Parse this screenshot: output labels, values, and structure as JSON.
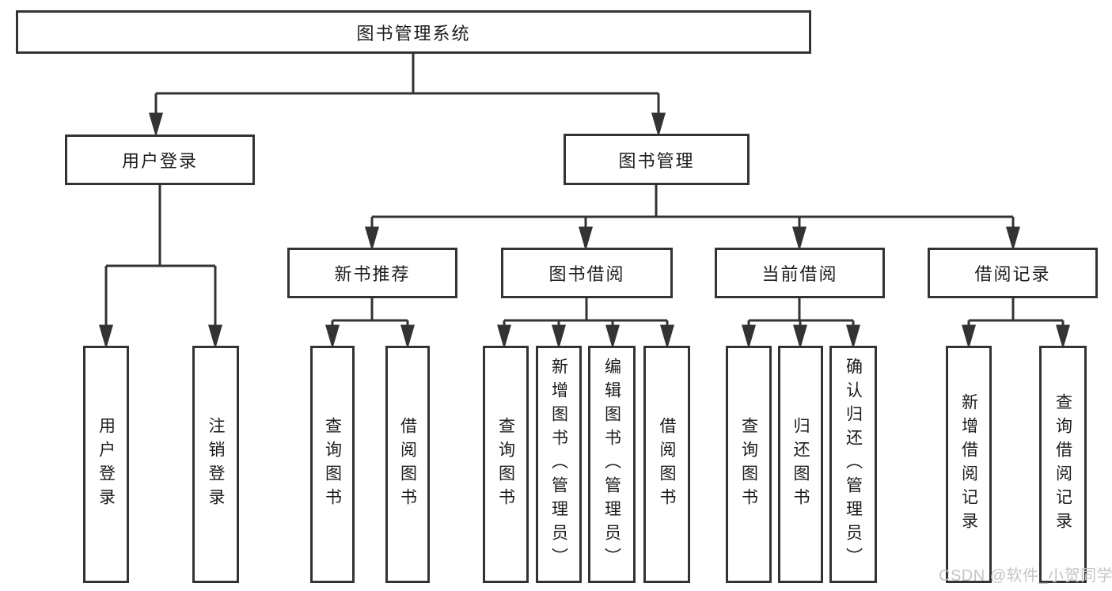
{
  "colors": {
    "line": "#333333",
    "border": "#333333",
    "text": "#1c1c1c",
    "background": "#ffffff",
    "watermark_text": "#c5c5c5"
  },
  "tree": {
    "root": {
      "label": "图书管理系统",
      "children": [
        {
          "label": "用户登录",
          "children": [
            {
              "label": "用户登录"
            },
            {
              "label": "注销登录"
            }
          ]
        },
        {
          "label": "图书管理",
          "children": [
            {
              "label": "新书推荐",
              "children": [
                {
                  "label": "查询图书"
                },
                {
                  "label": "借阅图书"
                }
              ]
            },
            {
              "label": "图书借阅",
              "children": [
                {
                  "label": "查询图书"
                },
                {
                  "label": "新增图书（管理员）"
                },
                {
                  "label": "编辑图书（管理员）"
                },
                {
                  "label": "借阅图书"
                }
              ]
            },
            {
              "label": "当前借阅",
              "children": [
                {
                  "label": "查询图书"
                },
                {
                  "label": "归还图书"
                },
                {
                  "label": "确认归还（管理员）"
                }
              ]
            },
            {
              "label": "借阅记录",
              "children": [
                {
                  "label": "新增借阅记录"
                },
                {
                  "label": "查询借阅记录"
                }
              ]
            }
          ]
        }
      ]
    }
  },
  "watermark": {
    "text": "CSDN @软件_小贺同学"
  }
}
